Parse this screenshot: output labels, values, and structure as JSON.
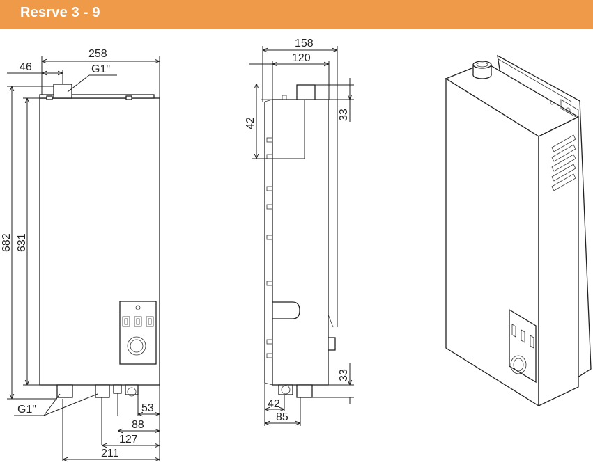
{
  "header": {
    "title": "Resrve 3 - 9"
  },
  "front_view": {
    "width_top": "258",
    "offset_left": "46",
    "thread_top": "G1\"",
    "height_total": "682",
    "height_body": "631",
    "thread_bottom": "G1\"",
    "dim_53": "53",
    "dim_88": "88",
    "dim_127": "127",
    "dim_211": "211"
  },
  "side_view": {
    "width_total": "158",
    "width_body": "120",
    "dim_42_top": "42",
    "dim_33_top": "33",
    "dim_33_bottom": "33",
    "dim_42_bottom": "42",
    "dim_85": "85"
  },
  "colors": {
    "header": "#ef9a48",
    "line": "#222222"
  }
}
